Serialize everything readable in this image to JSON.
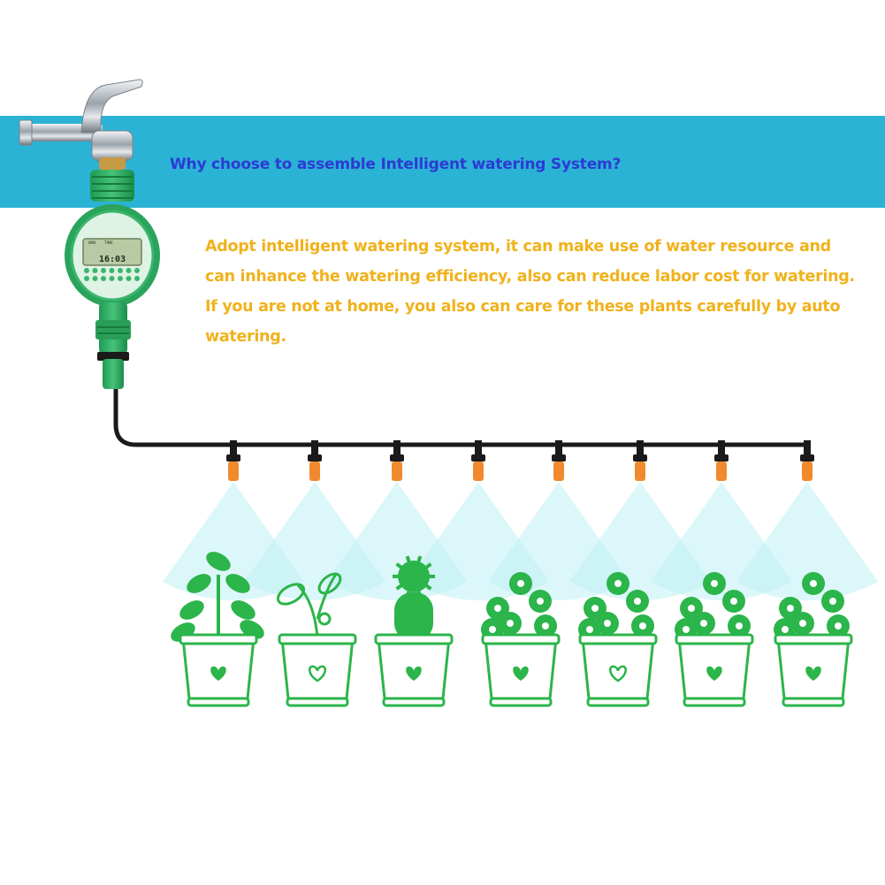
{
  "banner": {
    "title": "Why choose to assemble Intelligent watering System?"
  },
  "description": {
    "text": "Adopt intelligent watering system, it can make use of water resource and can inhance the watering efficiency, also can reduce labor cost for watering. If you are not at home, you also can care for these plants carefully by auto watering."
  },
  "timer": {
    "display_time": "16:03",
    "display_labels": [
      "WIN",
      "TIME"
    ]
  },
  "colors": {
    "banner": "#2bb3d6",
    "title": "#2c3bd3",
    "body_text": "#f0b21c",
    "plant_green": "#2bb54a",
    "nozzle_orange": "#f08a2c",
    "hose": "#1a1a1a",
    "spray": "#bff0f4"
  },
  "icons": {
    "faucet": "faucet-icon",
    "timer": "water-timer-icon",
    "nozzle": "sprinkler-nozzle-icon",
    "pot": "flower-pot-icon",
    "heart": "heart-icon"
  }
}
